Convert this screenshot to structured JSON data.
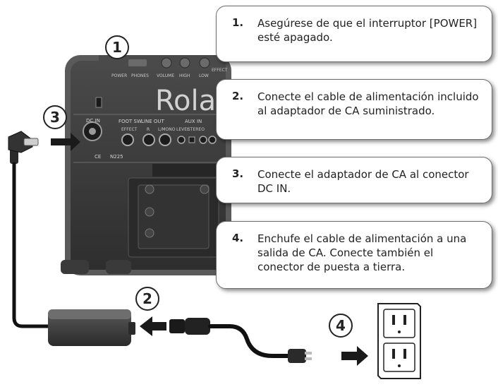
{
  "steps": [
    {
      "marker": "1",
      "number": "1.",
      "text": "Asegúrese de que el interruptor [POWER] esté apagado."
    },
    {
      "marker": "2",
      "number": "2.",
      "text": "Conecte el cable de alimentación incluido al adaptador de CA suministrado."
    },
    {
      "marker": "3",
      "number": "3.",
      "text": "Conecte el adaptador de CA al conector DC IN."
    },
    {
      "marker": "4",
      "number": "4.",
      "text": "Enchufe el cable de alimentación a una salida de CA. Conecte también el conector de puesta a tierra."
    }
  ],
  "panel": {
    "brand": "Rola",
    "dc_in": "DC IN",
    "foot_sw": "FOOT SW",
    "line_out": "LINE OUT",
    "aux_in": "AUX IN",
    "power": "POWER",
    "phones": "PHONES",
    "volume": "VOLUME",
    "high": "HIGH",
    "low": "LOW",
    "effect_top": "EFFECT",
    "effect": "EFFECT",
    "r": "R",
    "l_mono": "L/MONO",
    "level": "LEVEL",
    "stereo": "STEREO",
    "ce": "CE",
    "n225": "N225"
  },
  "colors": {
    "panel": "#3a3a3a",
    "panel_dark": "#2a2a2a",
    "adapter": "#3c3c3c",
    "cable": "#111111",
    "callout_border": "#6d6d6d"
  }
}
